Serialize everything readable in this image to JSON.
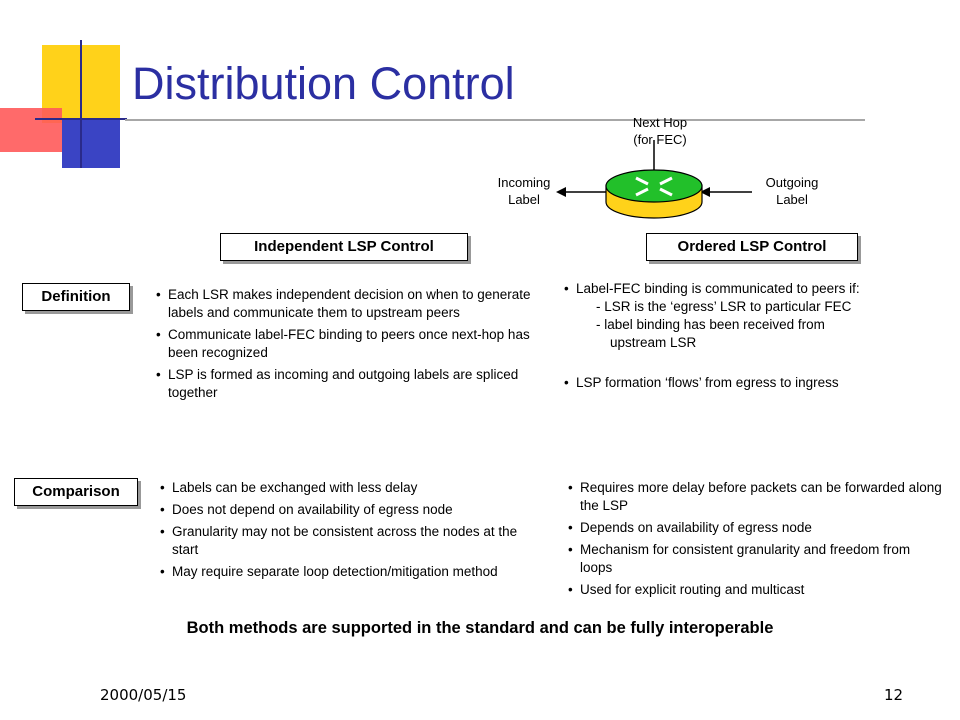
{
  "title": "Distribution Control",
  "diagram": {
    "next_hop": "Next Hop\n(for FEC)",
    "incoming": "Incoming\nLabel",
    "outgoing": "Outgoing\nLabel"
  },
  "headers": {
    "independent": "Independent LSP Control",
    "ordered": "Ordered LSP Control"
  },
  "rows": {
    "definition": "Definition",
    "comparison": "Comparison"
  },
  "definition_independent": [
    "Each LSR makes independent decision on when to generate labels and communicate them to upstream peers",
    "Communicate label-FEC binding to peers once next-hop has been recognized",
    "LSP is formed as incoming and outgoing labels are spliced together"
  ],
  "definition_ordered": {
    "intro": "Label-FEC binding is communicated to peers if:",
    "sub1": "- LSR is the ‘egress’ LSR to particular FEC",
    "sub2a": "- label binding has been received from",
    "sub2b": "upstream LSR",
    "item2": "LSP formation ‘flows’ from egress to ingress"
  },
  "comparison_independent": [
    " Labels can be exchanged with less delay",
    "Does not depend on availability of egress node",
    "Granularity may not be consistent across the nodes at the start",
    "May require separate loop detection/mitigation method"
  ],
  "comparison_ordered": [
    "Requires more delay before packets can be forwarded along the LSP",
    "Depends on availability of egress node",
    "Mechanism for consistent granularity and freedom from loops",
    "Used for explicit routing and multicast"
  ],
  "conclusion": "Both methods are supported in the standard and can be fully interoperable",
  "footer": {
    "date": "2000/05/15",
    "page": "12"
  },
  "colors": {
    "title": "#2b2fa2",
    "router_top": "#22c02a",
    "router_base": "#ffd21a"
  }
}
